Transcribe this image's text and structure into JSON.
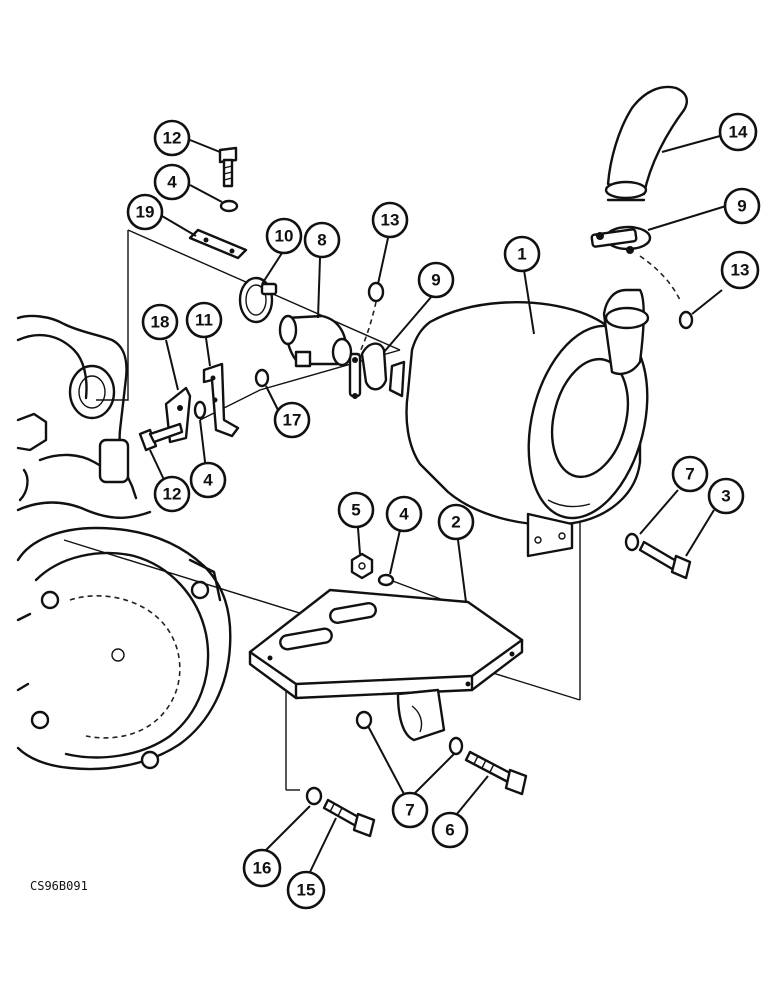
{
  "figure_code": "CS96B091",
  "callouts": [
    {
      "id": "c12a",
      "label": "12"
    },
    {
      "id": "c4a",
      "label": "4"
    },
    {
      "id": "c19",
      "label": "19"
    },
    {
      "id": "c10",
      "label": "10"
    },
    {
      "id": "c8",
      "label": "8"
    },
    {
      "id": "c13a",
      "label": "13"
    },
    {
      "id": "c9a",
      "label": "9"
    },
    {
      "id": "c1",
      "label": "1"
    },
    {
      "id": "c14",
      "label": "14"
    },
    {
      "id": "c9b",
      "label": "9"
    },
    {
      "id": "c13b",
      "label": "13"
    },
    {
      "id": "c18",
      "label": "18"
    },
    {
      "id": "c11",
      "label": "11"
    },
    {
      "id": "c17",
      "label": "17"
    },
    {
      "id": "c12b",
      "label": "12"
    },
    {
      "id": "c4b",
      "label": "4"
    },
    {
      "id": "c5",
      "label": "5"
    },
    {
      "id": "c4c",
      "label": "4"
    },
    {
      "id": "c2",
      "label": "2"
    },
    {
      "id": "c7a",
      "label": "7"
    },
    {
      "id": "c3",
      "label": "3"
    },
    {
      "id": "c7b",
      "label": "7"
    },
    {
      "id": "c6",
      "label": "6"
    },
    {
      "id": "c16",
      "label": "16"
    },
    {
      "id": "c15",
      "label": "15"
    }
  ]
}
